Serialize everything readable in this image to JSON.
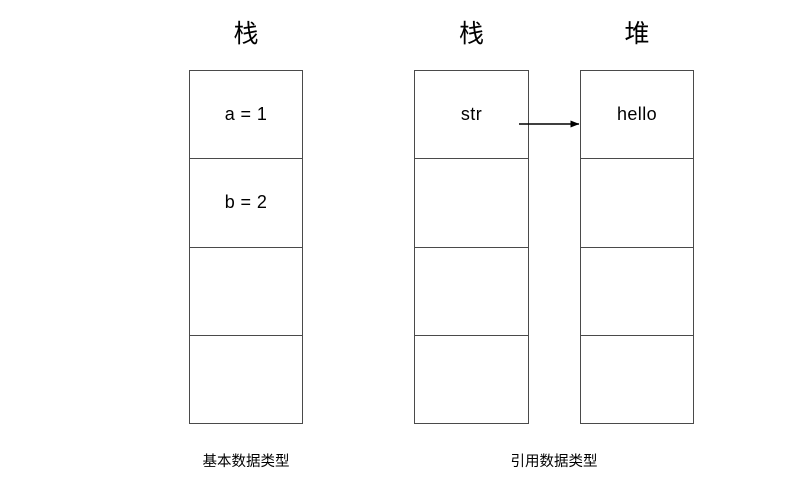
{
  "diagram": {
    "title_primitive_column": "栈",
    "title_reference_stack_column": "栈",
    "title_reference_heap_column": "堆",
    "caption_primitive": "基本数据类型",
    "caption_reference": "引用数据类型",
    "colors": {
      "background": "#ffffff",
      "border": "#4a4a4a",
      "text": "#000000",
      "arrow": "#000000"
    },
    "primitive": {
      "stack": {
        "label": "栈",
        "cells": [
          "a = 1",
          "b = 2",
          "",
          ""
        ]
      }
    },
    "reference": {
      "stack": {
        "label": "栈",
        "cells": [
          "str",
          "",
          "",
          ""
        ]
      },
      "heap": {
        "label": "堆",
        "cells": [
          "hello",
          "",
          "",
          ""
        ]
      },
      "arrow": {
        "from": "str",
        "to": "hello",
        "name": "reference-pointer-arrow"
      }
    }
  }
}
